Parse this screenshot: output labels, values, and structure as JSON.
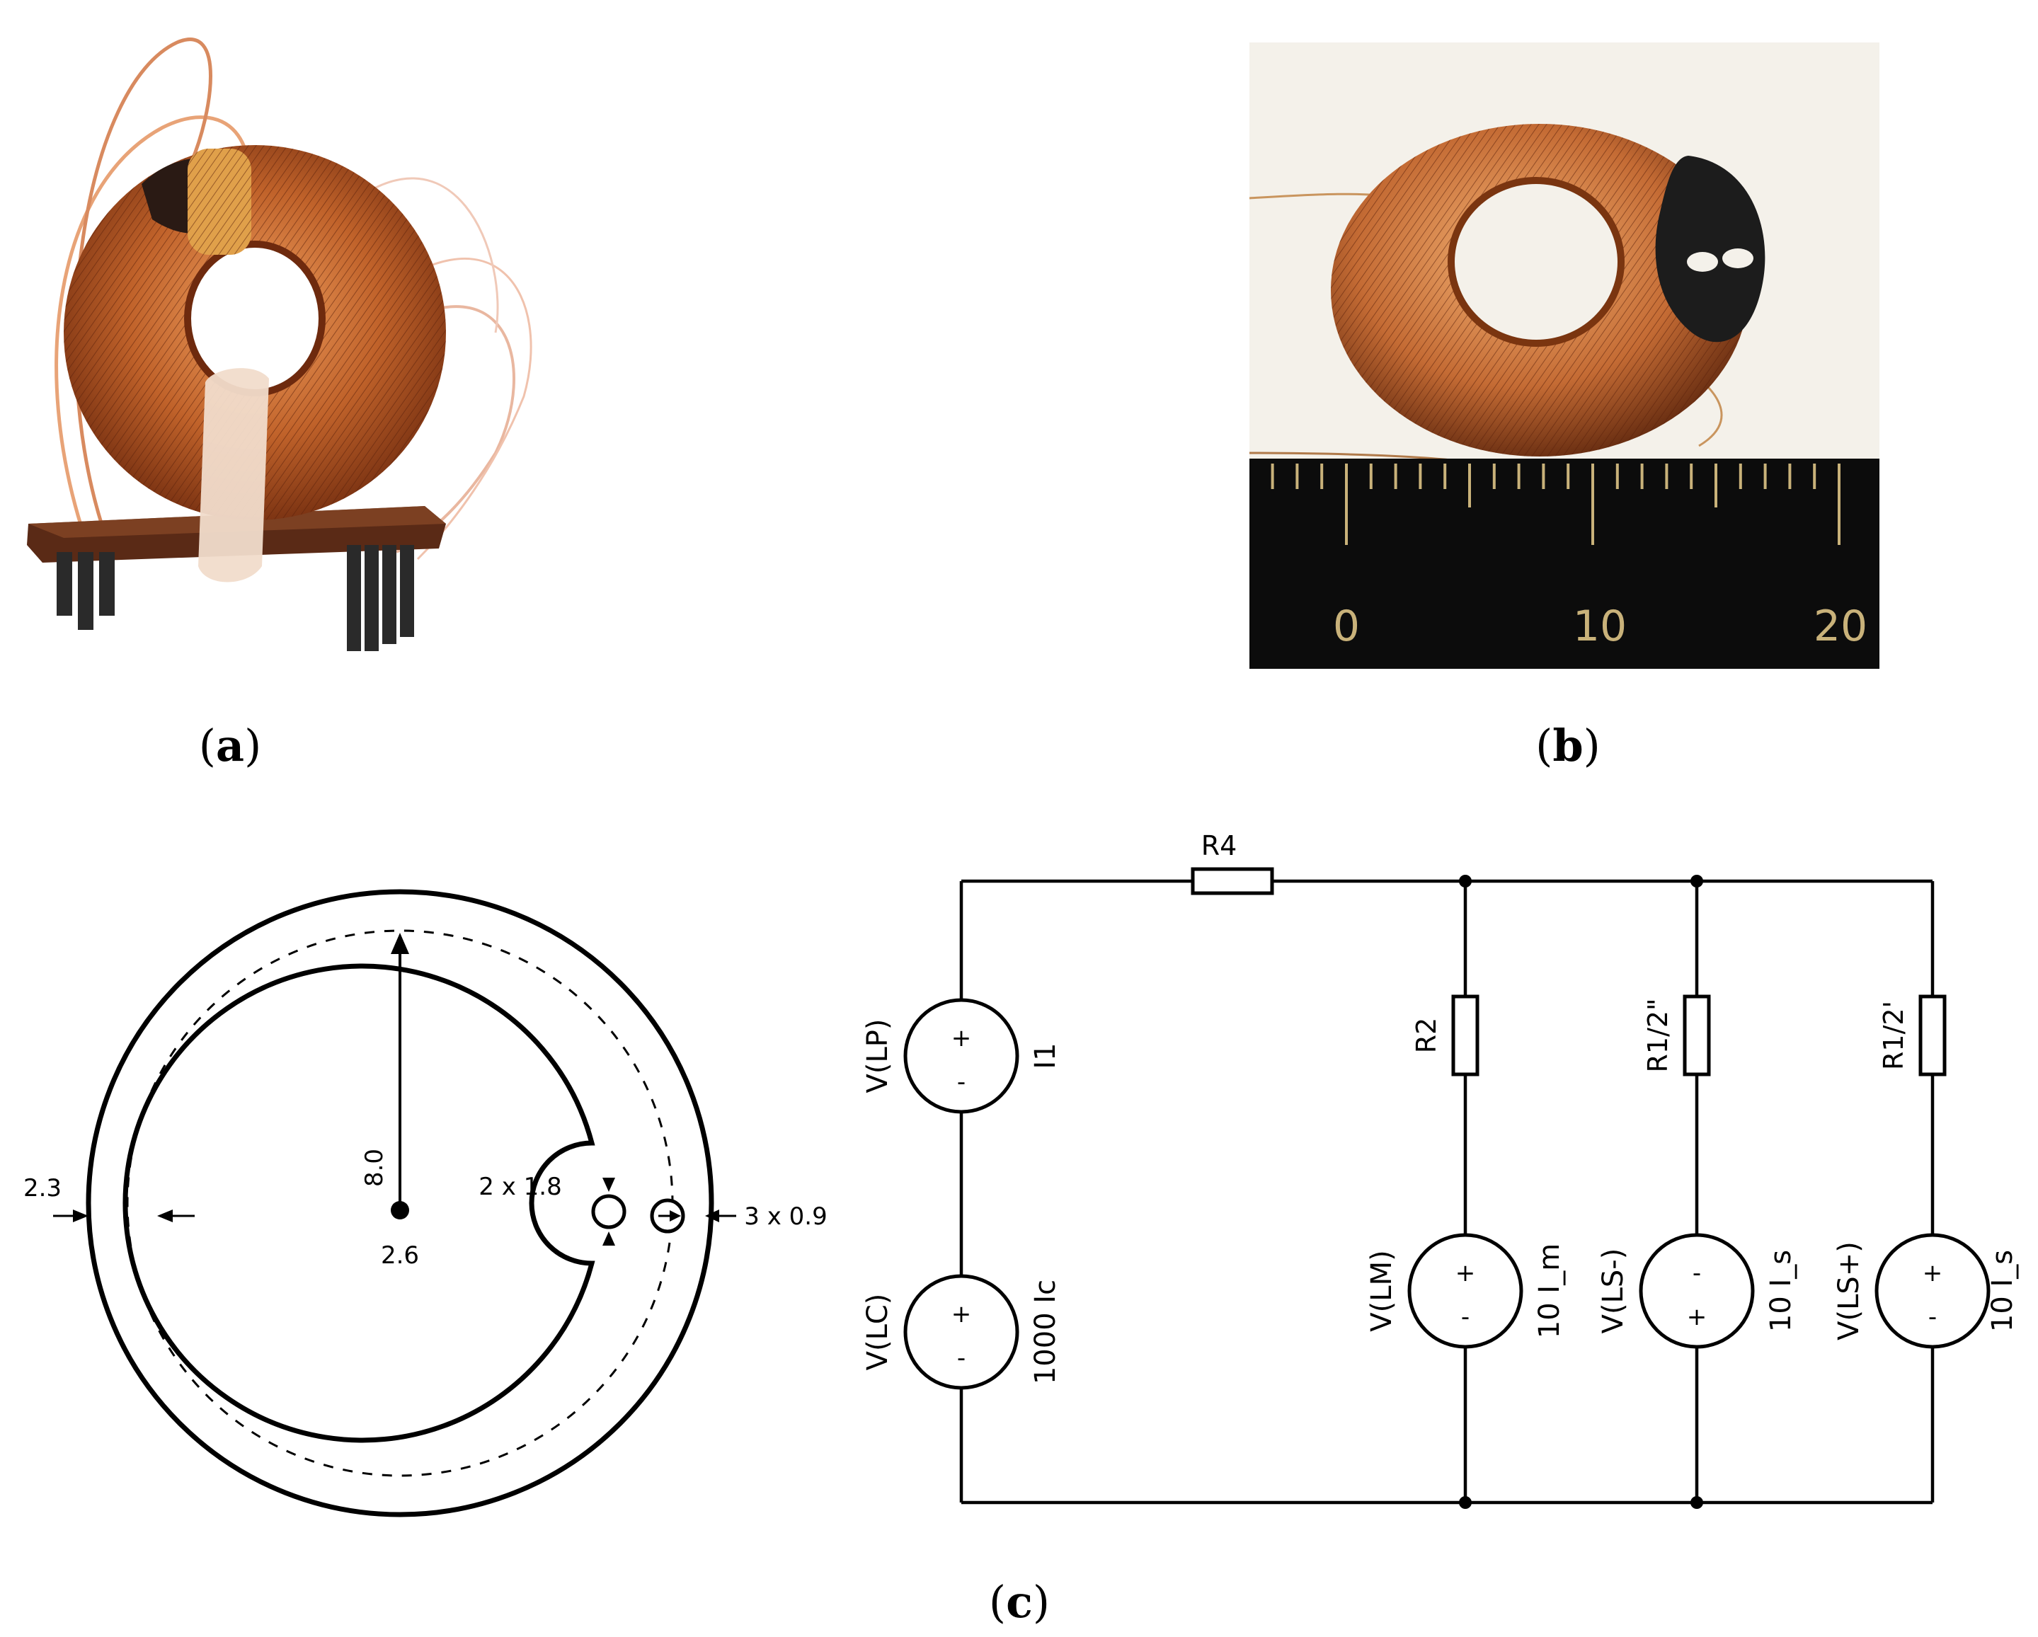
{
  "captions": {
    "a": {
      "open": "(",
      "letter": "a",
      "close": ")"
    },
    "b": {
      "open": "(",
      "letter": "b",
      "close": ")"
    },
    "c": {
      "open": "(",
      "letter": "c",
      "close": ")"
    }
  },
  "photos": {
    "toroid_a": {
      "description_icon": "copper-toroid-on-pcb-photo"
    },
    "toroid_b": {
      "description_icon": "copper-toroid-with-ruler-photo"
    }
  },
  "ruler": {
    "labels": [
      "0",
      "10",
      "20"
    ]
  },
  "cross_section": {
    "radius_label": "8.0",
    "center_label": "2.6",
    "wall_label": "2.3",
    "hole_large_label": "2 x 1.8",
    "hole_small_label": "3 x 0.9"
  },
  "circuit": {
    "resistors": {
      "r4": "R4",
      "r2": "R2",
      "r1_pp": "R1/2\"",
      "r1_p": "R1/2'"
    },
    "sources": {
      "lp": {
        "name": "V(LP)",
        "value": "I1",
        "top_sign": "+",
        "bottom_sign": "-"
      },
      "lc": {
        "name": "V(LC)",
        "value": "1000 Ic",
        "top_sign": "+",
        "bottom_sign": "-"
      },
      "lm": {
        "name": "V(LM)",
        "value": "10 I_m",
        "top_sign": "+",
        "bottom_sign": "-"
      },
      "ls_minus": {
        "name": "V(LS-)",
        "value": "10 I_s",
        "top_sign": "-",
        "bottom_sign": "+"
      },
      "ls_plus": {
        "name": "V(LS+)",
        "value": "10 I_s",
        "top_sign": "+",
        "bottom_sign": "-"
      }
    }
  },
  "colors": {
    "copper": "#c0622a",
    "copper_dark": "#7a2e10",
    "pcb": "#5a2a16",
    "ruler": "#0c0c0c",
    "ruler_marks": "#c9b27a",
    "ferrite": "#1c1c1c"
  }
}
